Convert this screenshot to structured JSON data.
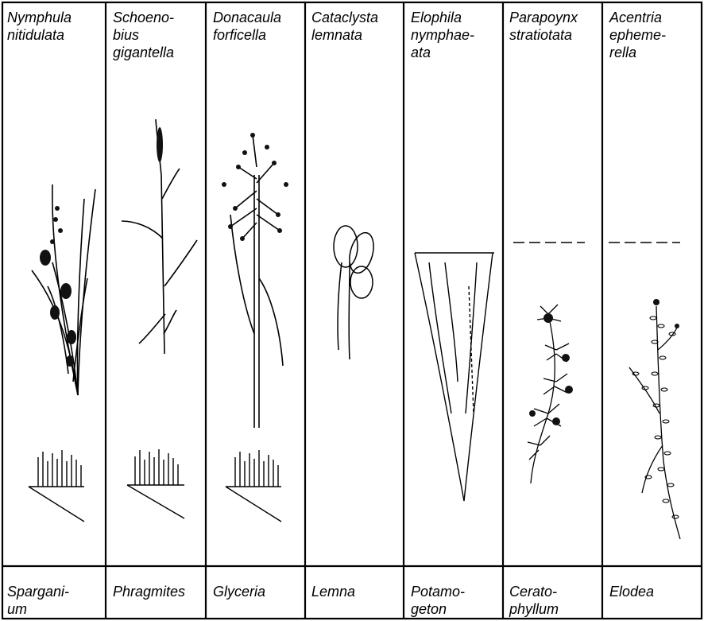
{
  "columns": [
    {
      "moth": "Nymphula\nnitidulata",
      "plant": "Spargani-\num"
    },
    {
      "moth": "Schoeno-\nbius\ngigantella",
      "plant": "Phragmites"
    },
    {
      "moth": "Donacaula\nforficella",
      "plant": "Glyceria"
    },
    {
      "moth": "Cataclysta\nlemnata",
      "plant": "Lemna"
    },
    {
      "moth": "Elophila\nnymphae-\nata",
      "plant": "Potamo-\ngeton"
    },
    {
      "moth": "Parapoynx\nstratiotata",
      "plant": "Cerato-\nphyllum"
    },
    {
      "moth": "Acentria\nepheme-\nrella",
      "plant": "Elodea"
    }
  ]
}
